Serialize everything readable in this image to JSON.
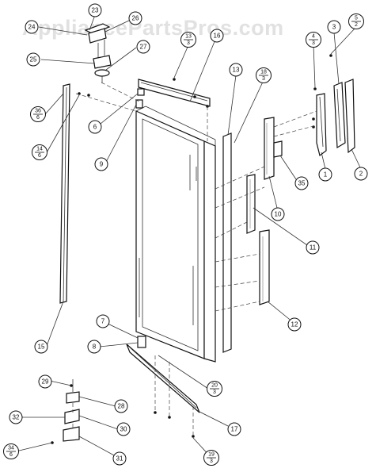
{
  "watermark": "AppliancePartsPros.com",
  "callouts": [
    {
      "id": "c23",
      "label": "23"
    },
    {
      "id": "c24",
      "label": "24"
    },
    {
      "id": "c26",
      "label": "26"
    },
    {
      "id": "c25",
      "label": "25"
    },
    {
      "id": "c27",
      "label": "27"
    },
    {
      "id": "c13",
      "num": "13",
      "den": "3"
    },
    {
      "id": "c16",
      "label": "16"
    },
    {
      "id": "c4",
      "num": "4",
      "den": "3"
    },
    {
      "id": "c3",
      "label": "3"
    },
    {
      "id": "c5",
      "num": "5",
      "den": "2"
    },
    {
      "id": "c36",
      "num": "36",
      "den": "6"
    },
    {
      "id": "c14",
      "num": "14",
      "den": "6"
    },
    {
      "id": "c6",
      "label": "6"
    },
    {
      "id": "c9",
      "label": "9"
    },
    {
      "id": "c13b",
      "label": "13"
    },
    {
      "id": "c18",
      "num": "18",
      "den": "3"
    },
    {
      "id": "c1",
      "label": "1"
    },
    {
      "id": "c2",
      "label": "2"
    },
    {
      "id": "c35",
      "label": "35"
    },
    {
      "id": "c10",
      "label": "10"
    },
    {
      "id": "c11",
      "label": "11"
    },
    {
      "id": "c12",
      "label": "12"
    },
    {
      "id": "c15",
      "label": "15"
    },
    {
      "id": "c7",
      "label": "7"
    },
    {
      "id": "c8",
      "label": "8"
    },
    {
      "id": "c20",
      "num": "20",
      "den": "3"
    },
    {
      "id": "c17",
      "label": "17"
    },
    {
      "id": "c29",
      "label": "29"
    },
    {
      "id": "c28",
      "label": "28"
    },
    {
      "id": "c32",
      "label": "32"
    },
    {
      "id": "c30",
      "label": "30"
    },
    {
      "id": "c34",
      "num": "34",
      "den": "6"
    },
    {
      "id": "c31",
      "label": "31"
    },
    {
      "id": "c19",
      "num": "19",
      "den": "3"
    }
  ]
}
